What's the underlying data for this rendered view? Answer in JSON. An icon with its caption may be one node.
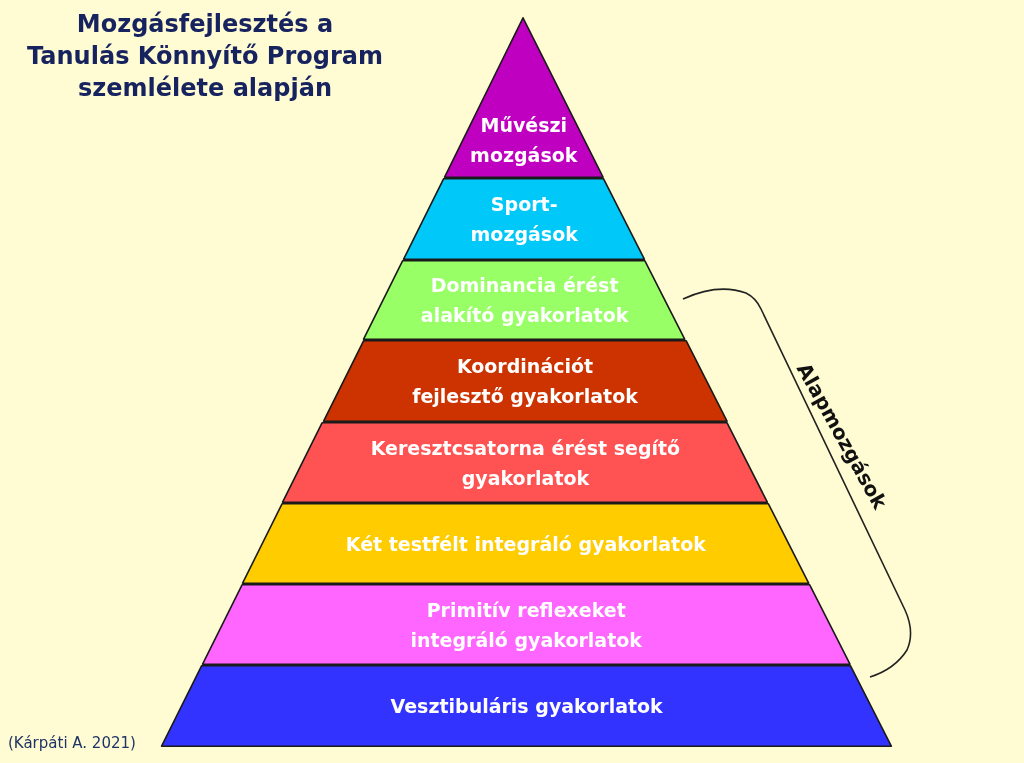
{
  "diagram": {
    "title": "Mozgásfejlesztés a Tanulás Könnyítő Program szemlélete alapján",
    "nodes": [
      {
        "text": [
          "Művészi mozgások"
        ]
      },
      {
        "text": [
          "Sport- mozgások"
        ]
      },
      {
        "text": [
          "Dominancia érést alakító gyakorlatok"
        ]
      },
      {
        "text": [
          "Koordinációt fejlesztő gyakorlatok"
        ]
      },
      {
        "text": [
          "Keresztcsatorna érést segítő gyakorlatok"
        ]
      },
      {
        "text": [
          "Két testfélt integráló gyakorlatok"
        ]
      },
      {
        "text": [
          "Primitív reflexeket integráló gyakorlatok"
        ]
      },
      {
        "text": [
          "Vesztibuláris gyakorlatok"
        ]
      }
    ],
    "labels": [
      "Alapmozgások",
      "(Kárpáti A. 2021)"
    ]
  }
}
